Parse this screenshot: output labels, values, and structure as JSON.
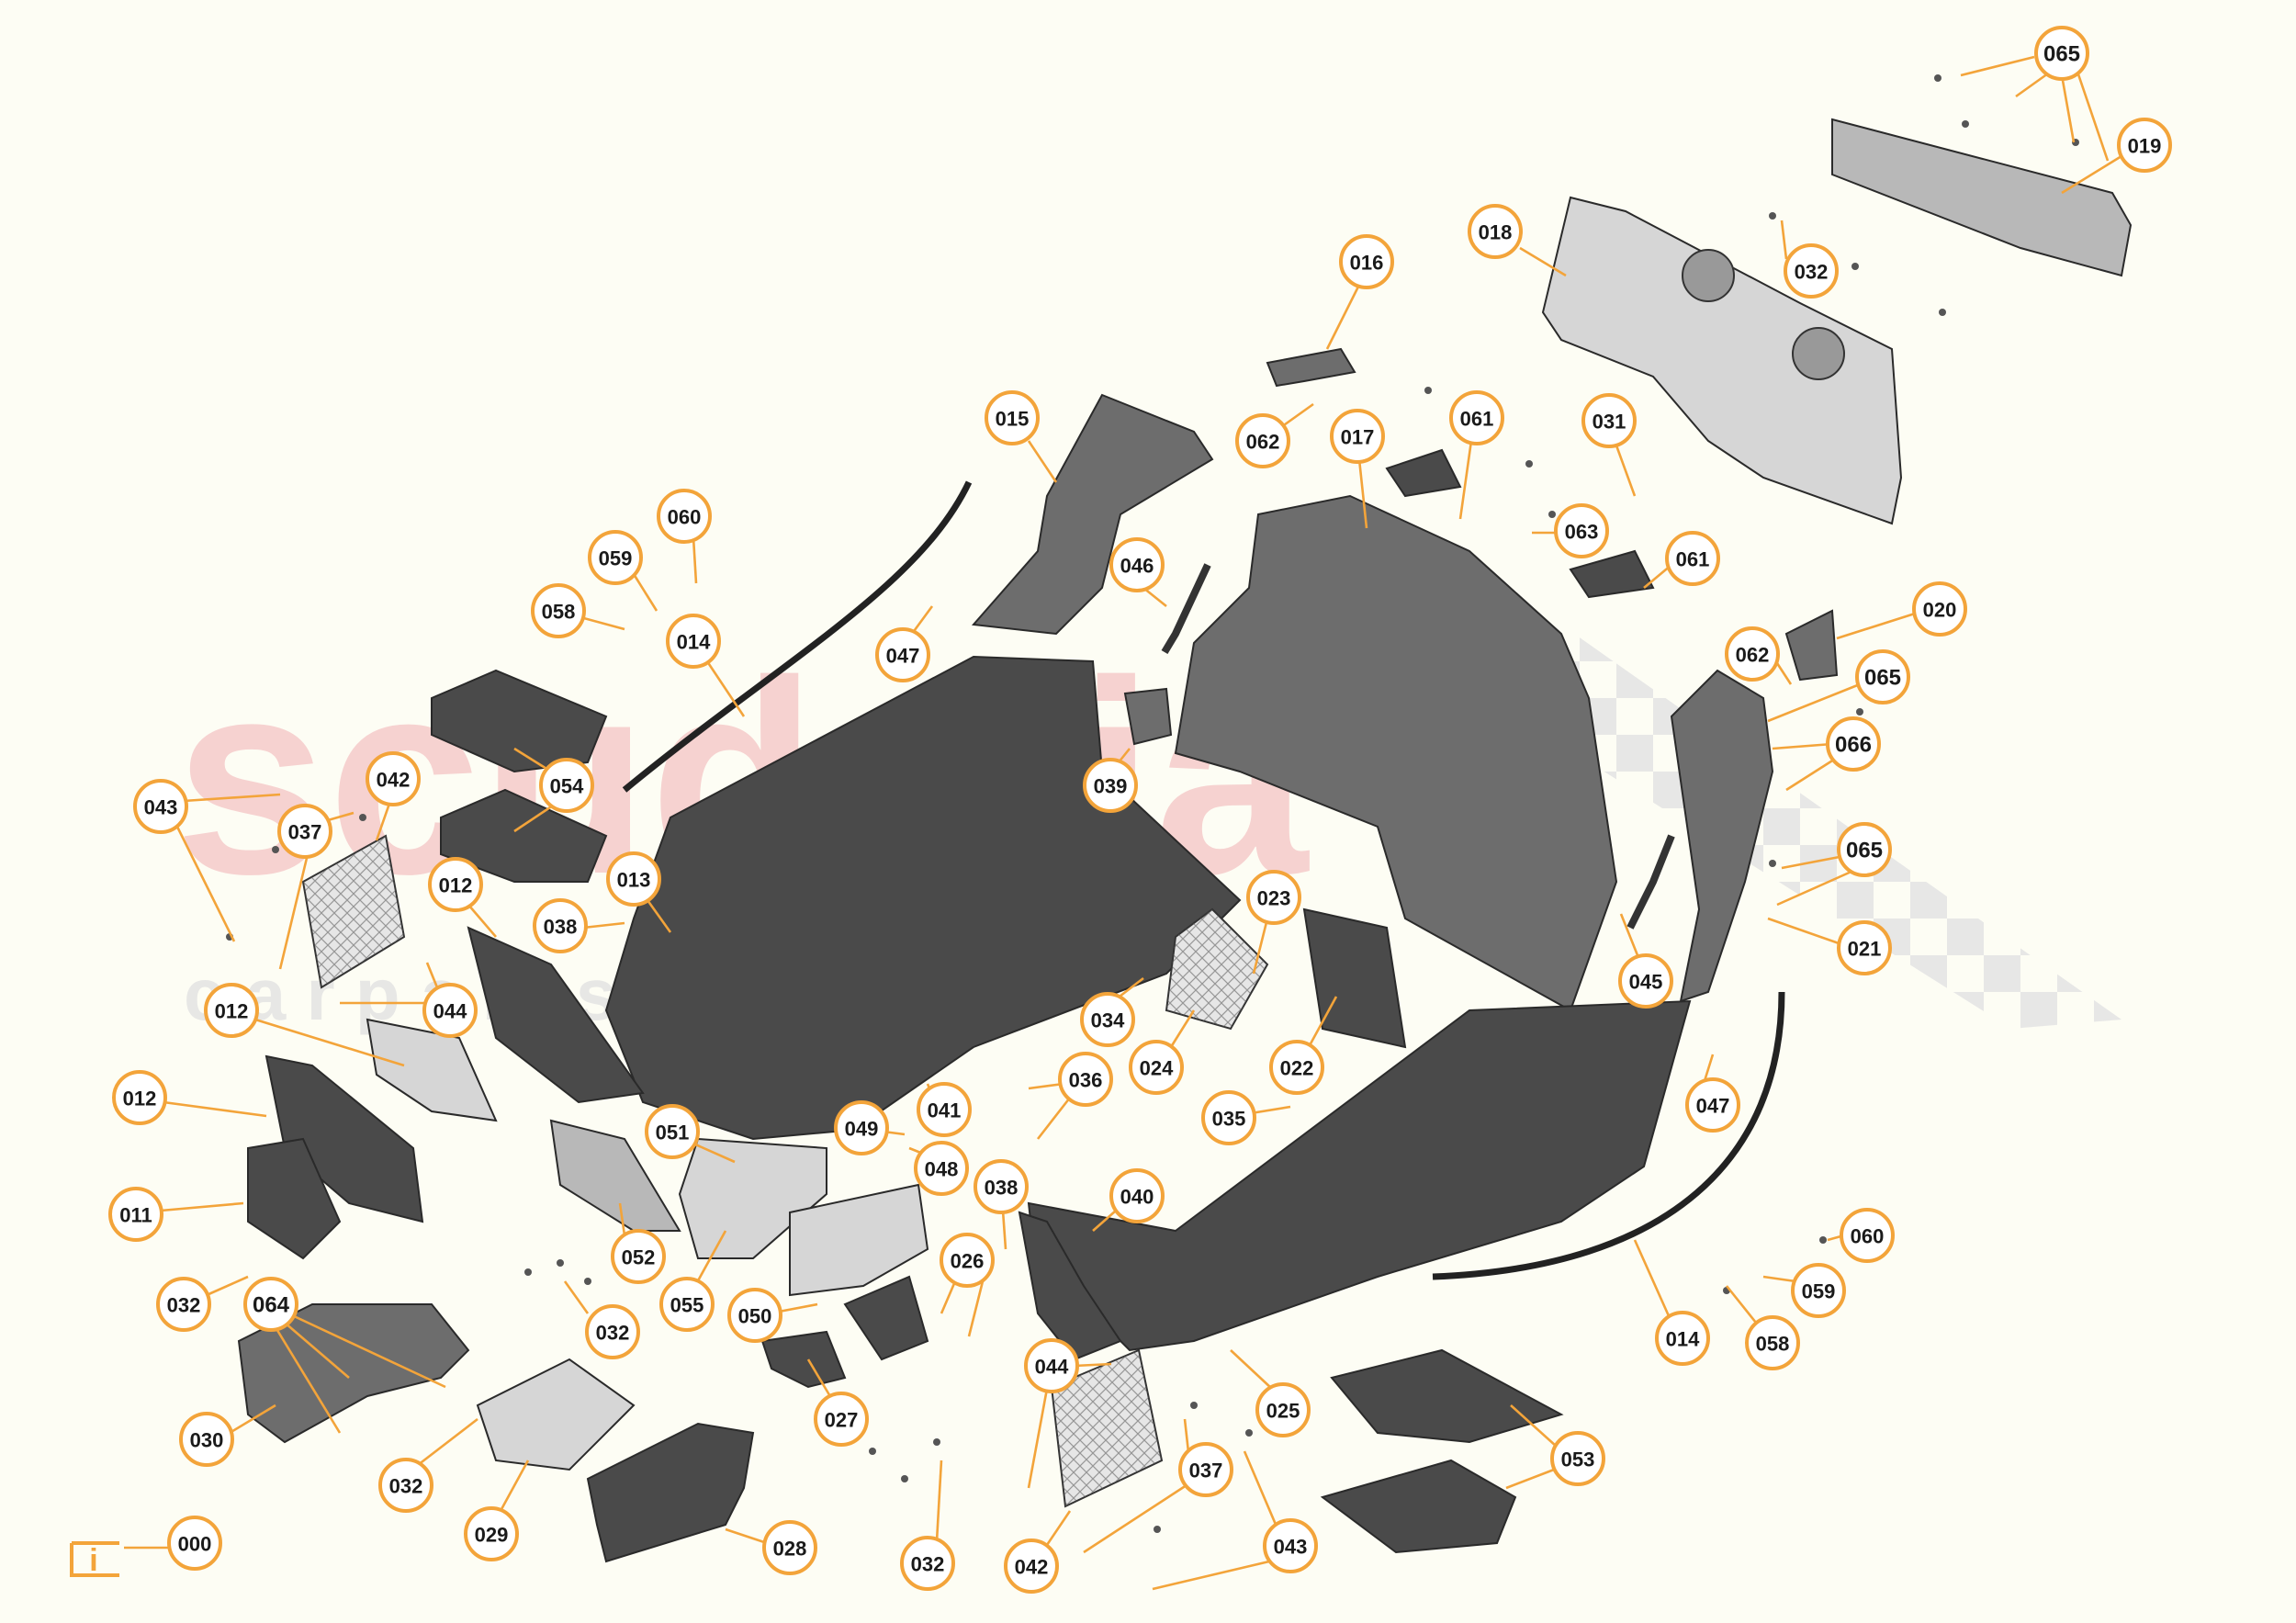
{
  "watermark": {
    "line1": "scuderia",
    "line2": "c a r   p a r t s"
  },
  "info_icon": "info-icon",
  "colors": {
    "callout_stroke": "#f3a43a",
    "background": "#fdfdf4",
    "watermark_red": "#f4c4c4"
  },
  "callouts": [
    "065",
    "019",
    "018",
    "032",
    "016",
    "061",
    "062",
    "017",
    "015",
    "031",
    "063",
    "061",
    "046",
    "020",
    "062",
    "065",
    "066",
    "065",
    "060",
    "059",
    "058",
    "014",
    "047",
    "039",
    "054",
    "043",
    "042",
    "037",
    "012",
    "013",
    "038",
    "044",
    "023",
    "045",
    "021",
    "012",
    "034",
    "024",
    "022",
    "036",
    "035",
    "047",
    "012",
    "041",
    "049",
    "051",
    "048",
    "038",
    "011",
    "040",
    "060",
    "059",
    "032",
    "064",
    "052",
    "026",
    "055",
    "050",
    "032",
    "014",
    "058",
    "025",
    "044",
    "027",
    "030",
    "032",
    "053",
    "037",
    "029",
    "028",
    "043",
    "032",
    "042",
    "000"
  ]
}
